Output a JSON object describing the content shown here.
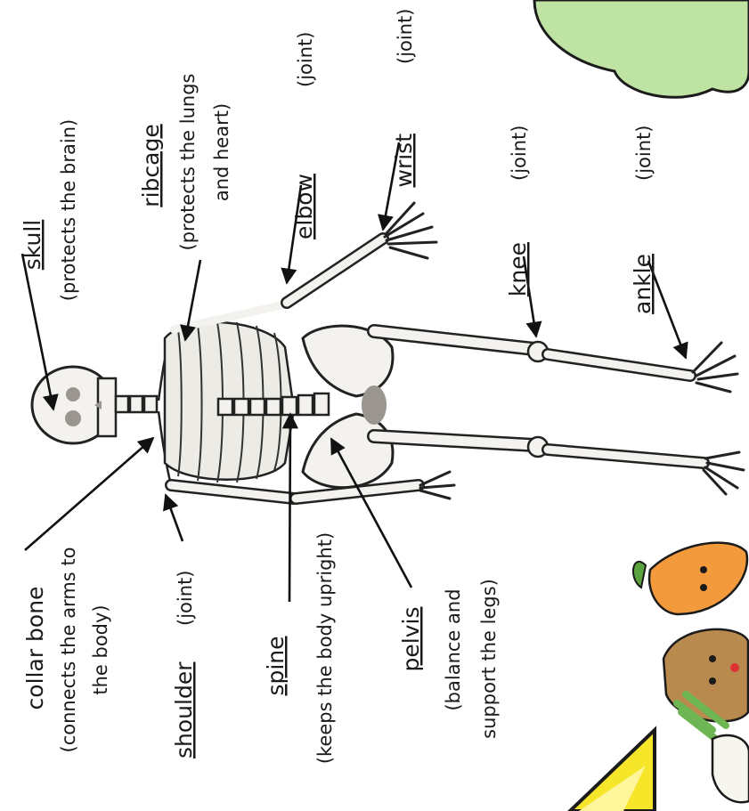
{
  "labels": {
    "skull": {
      "term": "skull",
      "desc": "(protects the brain)"
    },
    "ribcage": {
      "term": "ribcage",
      "desc_line1": "(protects the lungs",
      "desc_line2": "and heart)"
    },
    "elbow": {
      "term": "elbow",
      "desc": "(joint)"
    },
    "wrist": {
      "term": "wrist",
      "desc": "(joint)"
    },
    "knee": {
      "term": "knee",
      "desc": "(joint)"
    },
    "ankle": {
      "term": "ankle",
      "desc": "(joint)"
    },
    "collar_bone": {
      "term": "collar bone",
      "desc_line1": "(connects the arms to",
      "desc_line2": "the body)"
    },
    "shoulder": {
      "term": "shoulder",
      "desc": "(joint)"
    },
    "spine": {
      "term": "spine",
      "desc": "(keeps the body upright)"
    },
    "pelvis": {
      "term": "pelvis",
      "desc_line1": "(balance and",
      "desc_line2": "support the legs)"
    }
  },
  "colors": {
    "cloud": "#bfe3a2",
    "triangle": "#f5e62a",
    "carrot": "#f29a3c",
    "potato": "#b98a4e",
    "onion_leaf": "#6db653"
  },
  "icons": {
    "cloud": "cloud-icon",
    "carrot": "carrot-character-icon",
    "potato": "potato-character-icon",
    "onion": "spring-onion-character-icon",
    "triangle": "yellow-triangle-icon"
  }
}
